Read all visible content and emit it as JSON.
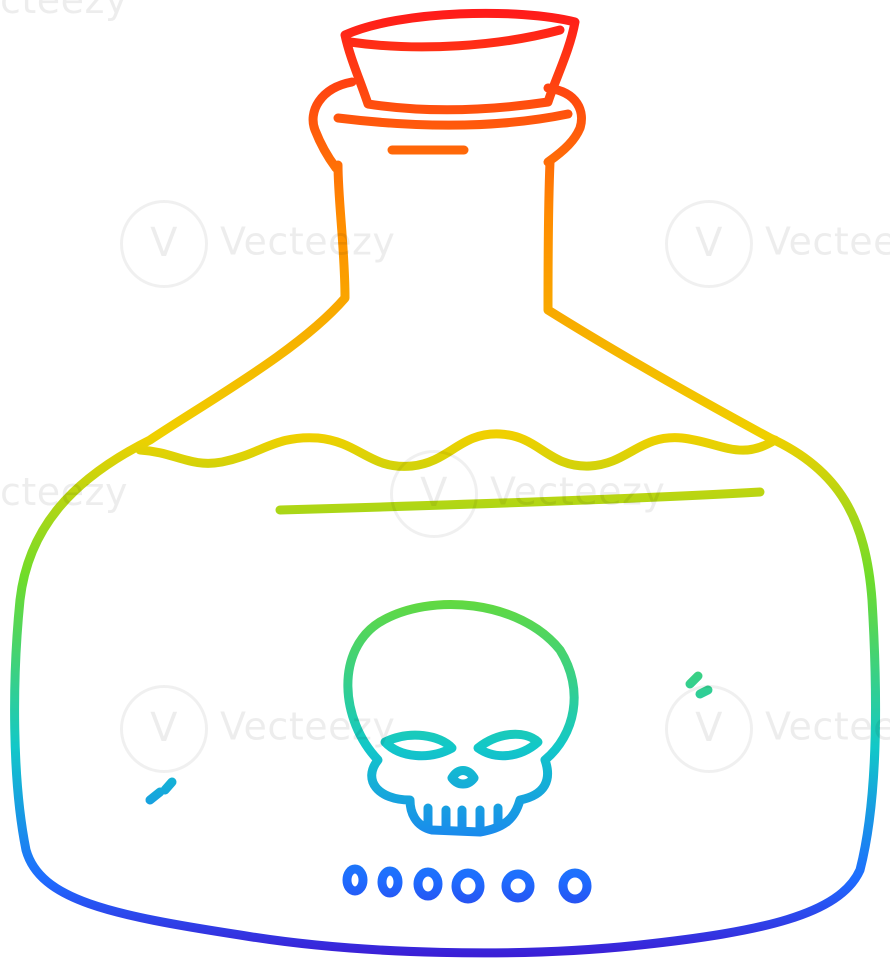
{
  "illustration": {
    "subject": "poison-bottle",
    "stroke_gradient": [
      "#ff1a1a",
      "#ff8c00",
      "#f0d000",
      "#6fdc2a",
      "#12c8c8",
      "#1e6cff",
      "#3b1fd6"
    ]
  },
  "watermarks": {
    "text": "Vecteezy",
    "text_top_right": "Vecteezy",
    "text_fragment_top": "cteezy",
    "text_fragment_left": "cteezy",
    "logo_glyph": "V"
  }
}
